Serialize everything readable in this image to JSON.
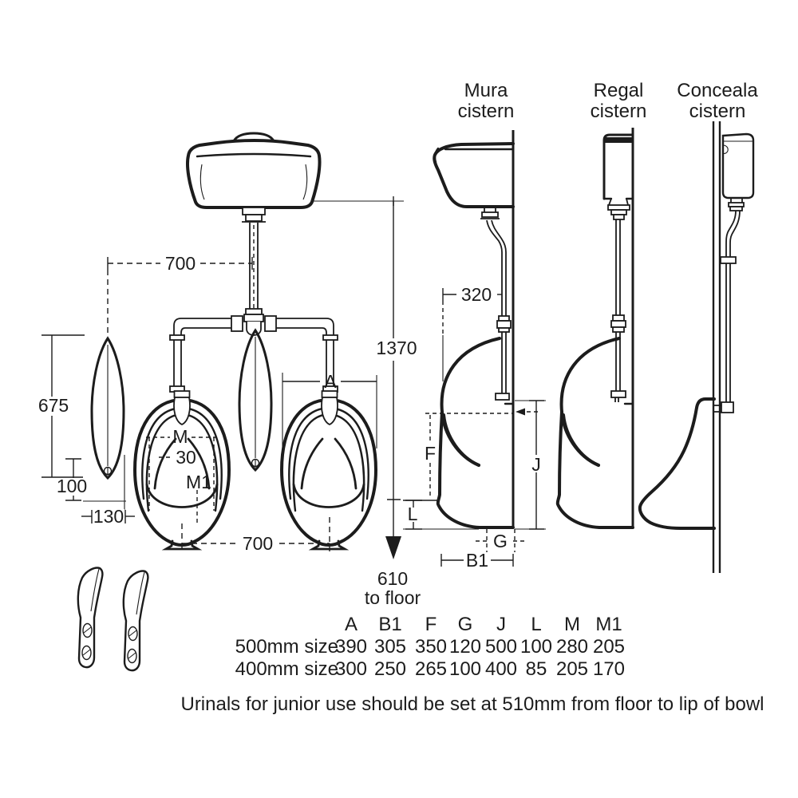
{
  "page": {
    "background": "#ffffff",
    "ink": "#1c1c1c"
  },
  "headers": {
    "mura": {
      "line1": "Mura",
      "line2": "cistern"
    },
    "regal": {
      "line1": "Regal",
      "line2": "cistern"
    },
    "conceala": {
      "line1": "Conceala",
      "line2": "cistern"
    }
  },
  "main_drawing": {
    "dim_top_centres": "700",
    "dim_overall_height": "1370",
    "dim_division_height": "675",
    "dim_division_clearance": "100",
    "dim_division_offset": "130",
    "dim_bowl_centres": "700",
    "dim_bowl_width_ref": "A",
    "dim_m_ref": "M",
    "dim_m_offset": "30",
    "dim_m1_ref": "M1",
    "floor_value": "610",
    "floor_text": "to floor"
  },
  "mura_drawing": {
    "dim_inlet_projection": "320",
    "dim_f_ref": "F",
    "dim_j_ref": "J",
    "dim_l_ref": "L",
    "dim_g_ref": "G",
    "dim_b1_ref": "B1"
  },
  "size_table": {
    "headers": [
      "A",
      "B1",
      "F",
      "G",
      "J",
      "L",
      "M",
      "M1"
    ],
    "rows": [
      {
        "label": "500mm size",
        "values": [
          "390",
          "305",
          "350",
          "120",
          "500",
          "100",
          "280",
          "205"
        ]
      },
      {
        "label": "400mm size",
        "values": [
          "300",
          "250",
          "265",
          "100",
          "400",
          "85",
          "205",
          "170"
        ]
      }
    ]
  },
  "footnote": "Urinals for junior use should be set at 510mm from floor to lip of bowl"
}
